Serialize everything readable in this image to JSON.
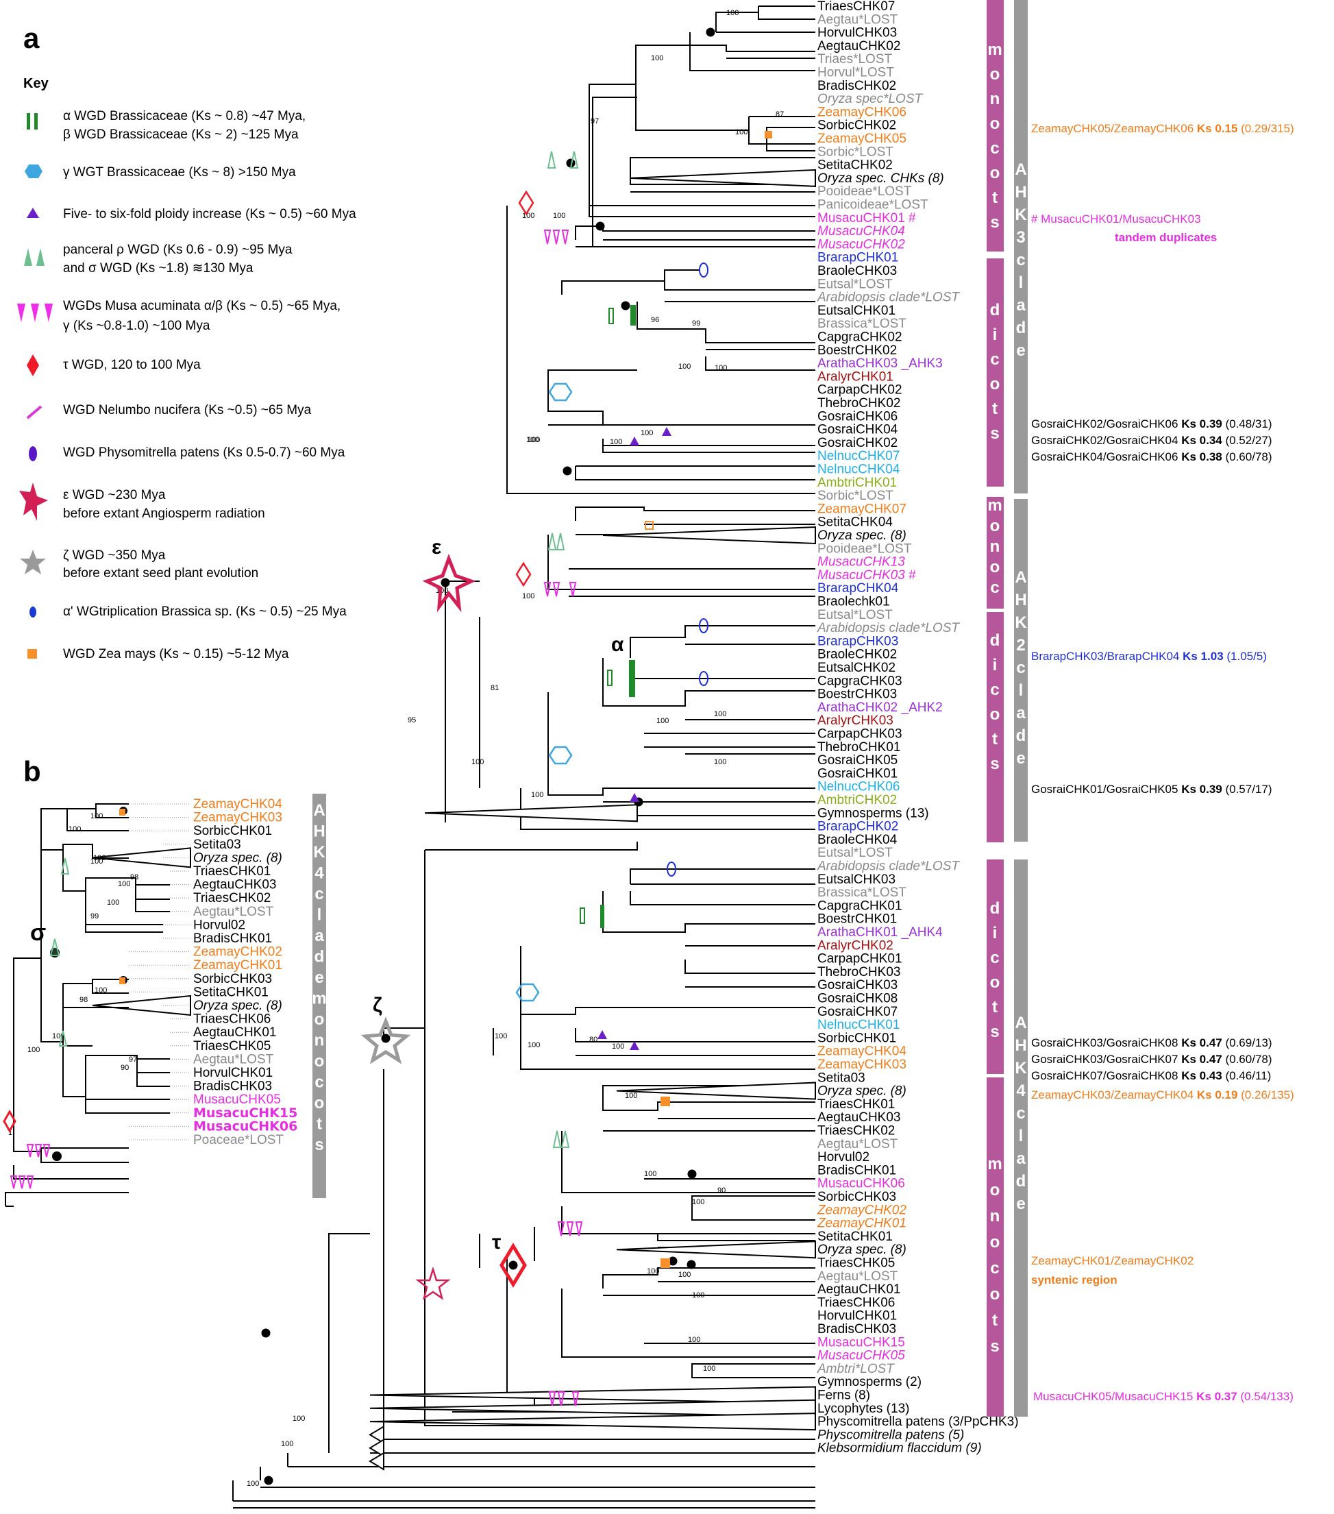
{
  "panel_a": {
    "letter": "a",
    "key_title": "Key",
    "items": [
      {
        "icon": "double-bar-icon",
        "color": "#1f8a2a",
        "line1": "α WGD Brassicaceae (Ks ~ 0.8) ~47 Mya,",
        "line2": "β WGD Brassicaceae (Ks ~ 2) ~125 Mya"
      },
      {
        "icon": "hexagon-icon",
        "color": "#3fa6e0",
        "line1": "γ WGT Brassicaceae (Ks ~ 8) >150 Mya",
        "line2": ""
      },
      {
        "icon": "triangle-icon",
        "color": "#6a1fc8",
        "line1": "Five- to six-fold ploidy increase (Ks ~ 0.5) ~60 Mya",
        "line2": ""
      },
      {
        "icon": "twin-triangle-icon",
        "color": "#6dbf8f",
        "line1": "panceral ρ WGD (Ks 0.6 - 0.9) ~95 Mya",
        "line2": "and σ WGD (Ks ~1.8)  ≋130 Mya"
      },
      {
        "icon": "triple-down-triangle-icon",
        "color": "#ee2ee8",
        "line1": "WGDs Musa acuminata α/β (Ks ~ 0.5) ~65 Mya,",
        "line2": "γ (Ks ~0.8-1.0) ~100 Mya"
      },
      {
        "icon": "diamond-icon",
        "color": "#ee1c2a",
        "line1": "τ WGD, 120 to 100 Mya",
        "line2": ""
      },
      {
        "icon": "slash-icon",
        "color": "#d83ad8",
        "line1": "WGD Nelumbo nucifera (Ks ~0.5) ~65 Mya",
        "line2": ""
      },
      {
        "icon": "ellipse-icon",
        "color": "#5a18c8",
        "line1": "WGD Physomitrella patens (Ks 0.5-0.7) ~60 Mya",
        "line2": ""
      },
      {
        "icon": "red-star-icon",
        "color": "#d21f55",
        "line1": "ε WGD ~230 Mya",
        "line2": "before extant Angiosperm radiation"
      },
      {
        "icon": "gray-star-icon",
        "color": "#9a9a9a",
        "line1": "ζ WGD ~350 Mya",
        "line2": "before extant seed plant evolution"
      },
      {
        "icon": "small-ellipse-icon",
        "color": "#1a3ad8",
        "line1": "α' WGtriplication Brassica sp. (Ks ~ 0.5) ~25 Mya",
        "line2": ""
      },
      {
        "icon": "square-icon",
        "color": "#f7902a",
        "line1": "WGD Zea mays (Ks ~ 0.15) ~5-12 Mya",
        "line2": ""
      }
    ]
  },
  "panel_b": {
    "letter": "b",
    "sigma": "σ",
    "labels": [
      {
        "t": "ZeamayCHK04",
        "c": "#f07d1a"
      },
      {
        "t": "ZeamayCHK03",
        "c": "#f07d1a"
      },
      {
        "t": "SorbicCHK01",
        "c": "#000000"
      },
      {
        "t": "Setita03",
        "c": "#000000"
      },
      {
        "t": "Oryza spec. (8)",
        "c": "#000000"
      },
      {
        "t": "TriaesCHK01",
        "c": "#000000"
      },
      {
        "t": "AegtauCHK03",
        "c": "#000000"
      },
      {
        "t": "TriaesCHK02",
        "c": "#000000"
      },
      {
        "t": "Aegtau*LOST",
        "c": "#8a8a8a"
      },
      {
        "t": "Horvul02",
        "c": "#000000"
      },
      {
        "t": "BradisCHK01",
        "c": "#000000"
      },
      {
        "t": "ZeamayCHK02",
        "c": "#f07d1a"
      },
      {
        "t": "ZeamayCHK01",
        "c": "#f07d1a"
      },
      {
        "t": "SorbicCHK03",
        "c": "#000000"
      },
      {
        "t": "SetitaCHK01",
        "c": "#000000"
      },
      {
        "t": "Oryza spec. (8)",
        "c": "#000000"
      },
      {
        "t": "TriaesCHK06",
        "c": "#000000"
      },
      {
        "t": "AegtauCHK01",
        "c": "#000000"
      },
      {
        "t": "TriaesCHK05",
        "c": "#000000"
      },
      {
        "t": "Aegtau*LOST",
        "c": "#8a8a8a"
      },
      {
        "t": "HorvulCHK01",
        "c": "#000000"
      },
      {
        "t": "BradisCHK03",
        "c": "#000000"
      },
      {
        "t": "MusacuCHK05",
        "c": "#e52ee0"
      },
      {
        "t": "MusacuCHK15",
        "c": "#e52ee0"
      },
      {
        "t": "MusacuCHK06",
        "c": "#e52ee0"
      },
      {
        "t": "Poaceae*LOST",
        "c": "#8a8a8a"
      }
    ],
    "bootstraps": [
      "100",
      "100",
      "100",
      "100",
      "98",
      "100",
      "100",
      "99",
      "100",
      "98",
      "97",
      "90",
      "100",
      "100",
      "1"
    ],
    "bar_text": "AHK4 clade monocots"
  },
  "main": {
    "labels": [
      {
        "t": "TriaesCHK07",
        "c": "#000000"
      },
      {
        "t": "Aegtau*LOST",
        "c": "#8a8a8a"
      },
      {
        "t": "HorvulCHK03",
        "c": "#000000"
      },
      {
        "t": "AegtauCHK02",
        "c": "#000000"
      },
      {
        "t": "Triaes*LOST",
        "c": "#8a8a8a"
      },
      {
        "t": "Horvul*LOST",
        "c": "#8a8a8a"
      },
      {
        "t": "BradisCHK02",
        "c": "#000000"
      },
      {
        "t": "Oryza spec*LOST",
        "c": "#8a8a8a"
      },
      {
        "t": "ZeamayCHK06",
        "c": "#f07d1a"
      },
      {
        "t": "SorbicCHK02",
        "c": "#000000"
      },
      {
        "t": "ZeamayCHK05",
        "c": "#f07d1a"
      },
      {
        "t": "Sorbic*LOST",
        "c": "#8a8a8a"
      },
      {
        "t": "SetitaCHK02",
        "c": "#000000"
      },
      {
        "t": "Oryza spec. CHKs (8)",
        "c": "#000000"
      },
      {
        "t": "Pooideae*LOST",
        "c": "#8a8a8a"
      },
      {
        "t": "Panicoideae*LOST",
        "c": "#8a8a8a"
      },
      {
        "t": "MusacuCHK01  #",
        "c": "#e52ee0"
      },
      {
        "t": "MusacuCHK04",
        "c": "#e52ee0"
      },
      {
        "t": "MusacuCHK02",
        "c": "#e52ee0"
      },
      {
        "t": "BrarapCHK01",
        "c": "#1f2fd6"
      },
      {
        "t": "BraoleCHK03",
        "c": "#000000"
      },
      {
        "t": "Eutsal*LOST",
        "c": "#8a8a8a"
      },
      {
        "t": "Arabidopsis clade*LOST",
        "c": "#8a8a8a"
      },
      {
        "t": "EutsalCHK01",
        "c": "#000000"
      },
      {
        "t": "Brassica*LOST",
        "c": "#8a8a8a"
      },
      {
        "t": "CapgraCHK02",
        "c": "#000000"
      },
      {
        "t": "BoestrCHK02",
        "c": "#000000"
      },
      {
        "t": "ArathaCHK03 _AHK3",
        "c": "#9b2fd8"
      },
      {
        "t": "AralyrCHK01",
        "c": "#a31212"
      },
      {
        "t": "CarpapCHK02",
        "c": "#000000"
      },
      {
        "t": "ThebroCHK02",
        "c": "#000000"
      },
      {
        "t": "GosraiCHK06",
        "c": "#000000"
      },
      {
        "t": "GosraiCHK04",
        "c": "#000000"
      },
      {
        "t": "GosraiCHK02",
        "c": "#000000"
      },
      {
        "t": "NelnucCHK07",
        "c": "#1fb0e8"
      },
      {
        "t": "NelnucCHK04",
        "c": "#1fb0e8"
      },
      {
        "t": "AmbtriCHK01",
        "c": "#8aae1a"
      },
      {
        "t": "Sorbic*LOST",
        "c": "#8a8a8a"
      },
      {
        "t": "ZeamayCHK07",
        "c": "#f07d1a"
      },
      {
        "t": "SetitaCHK04",
        "c": "#000000"
      },
      {
        "t": "Oryza spec. (8)",
        "c": "#000000"
      },
      {
        "t": "Pooideae*LOST",
        "c": "#8a8a8a"
      },
      {
        "t": "MusacuCHK13",
        "c": "#e52ee0"
      },
      {
        "t": "MusacuCHK03  #",
        "c": "#e52ee0"
      },
      {
        "t": "BrarapCHK04",
        "c": "#1f2fd6"
      },
      {
        "t": "Braolechk01",
        "c": "#000000"
      },
      {
        "t": "Eutsal*LOST",
        "c": "#8a8a8a"
      },
      {
        "t": "Arabidopsis clade*LOST",
        "c": "#8a8a8a"
      },
      {
        "t": "BrarapCHK03",
        "c": "#1f2fd6"
      },
      {
        "t": "BraoleCHK02",
        "c": "#000000"
      },
      {
        "t": "EutsalCHK02",
        "c": "#000000"
      },
      {
        "t": "CapgraCHK03",
        "c": "#000000"
      },
      {
        "t": "BoestrCHK03",
        "c": "#000000"
      },
      {
        "t": "ArathaCHK02 _AHK2",
        "c": "#9b2fd8"
      },
      {
        "t": "AralyrCHK03",
        "c": "#a31212"
      },
      {
        "t": "CarpapCHK03",
        "c": "#000000"
      },
      {
        "t": "ThebroCHK01",
        "c": "#000000"
      },
      {
        "t": "GosraiCHK05",
        "c": "#000000"
      },
      {
        "t": "GosraiCHK01",
        "c": "#000000"
      },
      {
        "t": "NelnucCHK06",
        "c": "#1fb0e8"
      },
      {
        "t": "AmbtriCHK02",
        "c": "#8aae1a"
      },
      {
        "t": "Gymnosperms (13)",
        "c": "#000000"
      },
      {
        "t": "BrarapCHK02",
        "c": "#1f2fd6"
      },
      {
        "t": "BraoleCHK04",
        "c": "#000000"
      },
      {
        "t": "Eutsal*LOST",
        "c": "#8a8a8a"
      },
      {
        "t": "Arabidopsis clade*LOST",
        "c": "#8a8a8a"
      },
      {
        "t": "EutsalCHK03",
        "c": "#000000"
      },
      {
        "t": "Brassica*LOST",
        "c": "#8a8a8a"
      },
      {
        "t": "CapgraCHK01",
        "c": "#000000"
      },
      {
        "t": "BoestrCHK01",
        "c": "#000000"
      },
      {
        "t": "ArathaCHK01 _AHK4",
        "c": "#9b2fd8"
      },
      {
        "t": "AralyrCHK02",
        "c": "#a31212"
      },
      {
        "t": "CarpapCHK01",
        "c": "#000000"
      },
      {
        "t": "ThebroCHK03",
        "c": "#000000"
      },
      {
        "t": "GosraiCHK03",
        "c": "#000000"
      },
      {
        "t": "GosraiCHK08",
        "c": "#000000"
      },
      {
        "t": "GosraiCHK07",
        "c": "#000000"
      },
      {
        "t": "NelnucCHK01",
        "c": "#1fb0e8"
      },
      {
        "t": "SorbicCHK01",
        "c": "#000000"
      },
      {
        "t": "ZeamayCHK04",
        "c": "#f07d1a"
      },
      {
        "t": "ZeamayCHK03",
        "c": "#f07d1a"
      },
      {
        "t": "Setita03",
        "c": "#000000"
      },
      {
        "t": "Oryza spec. (8)",
        "c": "#000000"
      },
      {
        "t": "TriaesCHK01",
        "c": "#000000"
      },
      {
        "t": "AegtauCHK03",
        "c": "#000000"
      },
      {
        "t": "TriaesCHK02",
        "c": "#000000"
      },
      {
        "t": "Aegtau*LOST",
        "c": "#8a8a8a"
      },
      {
        "t": "Horvul02",
        "c": "#000000"
      },
      {
        "t": "BradisCHK01",
        "c": "#000000"
      },
      {
        "t": "MusacuCHK06",
        "c": "#e52ee0"
      },
      {
        "t": "SorbicCHK03",
        "c": "#000000"
      },
      {
        "t": "ZeamayCHK02",
        "c": "#f07d1a"
      },
      {
        "t": "ZeamayCHK01",
        "c": "#f07d1a"
      },
      {
        "t": "SetitaCHK01",
        "c": "#000000"
      },
      {
        "t": "Oryza spec. (8)",
        "c": "#000000"
      },
      {
        "t": "TriaesCHK05",
        "c": "#000000"
      },
      {
        "t": "Aegtau*LOST",
        "c": "#8a8a8a"
      },
      {
        "t": "AegtauCHK01",
        "c": "#000000"
      },
      {
        "t": "TriaesCHK06",
        "c": "#000000"
      },
      {
        "t": "HorvulCHK01",
        "c": "#000000"
      },
      {
        "t": "BradisCHK03",
        "c": "#000000"
      },
      {
        "t": "MusacuCHK15",
        "c": "#e52ee0"
      },
      {
        "t": "MusacuCHK05",
        "c": "#e52ee0"
      },
      {
        "t": "Ambtri*LOST",
        "c": "#8a8a8a"
      },
      {
        "t": "Gymnosperms (2)",
        "c": "#000000"
      },
      {
        "t": "Ferns (8)",
        "c": "#000000"
      },
      {
        "t": "Lycophytes (13)",
        "c": "#000000"
      },
      {
        "t": "Physcomitrella patens (3/PpCHK3)",
        "c": "#000000"
      },
      {
        "t": "Physcomitrella patens (5)",
        "c": "#000000"
      },
      {
        "t": "Klebsormidium flaccidum (9)",
        "c": "#000000"
      }
    ],
    "bootstraps": [
      "100",
      "100",
      "97",
      "87",
      "100",
      "100",
      "100",
      "100",
      "96",
      "99",
      "100",
      "100",
      "100",
      "100",
      "100",
      "100",
      "81",
      "100",
      "100",
      "100",
      "100",
      "95",
      "100",
      "100",
      "100",
      "100",
      "80",
      "100",
      "100",
      "100",
      "90",
      "100",
      "100",
      "100",
      "100",
      "100",
      "100",
      "100",
      "100",
      "100"
    ],
    "event_labels": {
      "epsilon": "ε",
      "alpha": "α",
      "zeta": "ζ",
      "tau": "τ"
    }
  },
  "clade_bars": {
    "magenta": [
      "monocots",
      "dicots",
      "monoc",
      "dicots",
      "dicots",
      "monocots"
    ],
    "gray": [
      "AHK3 clade",
      "AHK2 clade",
      "AHK4 clade"
    ]
  },
  "ks_annotations": [
    {
      "pair": "ZeamayCHK05/ZeamayCHK06",
      "ks_label": "Ks",
      "ks": "0.15",
      "extra": "(0.29/315)",
      "c": "#f07d1a"
    },
    {
      "pair": "# MusacuCHK01/MusacuCHK03",
      "ks_label": "",
      "ks": "",
      "extra": "",
      "c": "#e52ee0"
    },
    {
      "pair": "tandem duplicates",
      "ks_label": "",
      "ks": "",
      "extra": "",
      "c": "#e52ee0"
    },
    {
      "pair": "GosraiCHK02/GosraiCHK06",
      "ks_label": "Ks",
      "ks": "0.39",
      "extra": "(0.48/31)",
      "c": "#000000"
    },
    {
      "pair": "GosraiCHK02/GosraiCHK04",
      "ks_label": "Ks",
      "ks": "0.34",
      "extra": "(0.52/27)",
      "c": "#000000"
    },
    {
      "pair": "GosraiCHK04/GosraiCHK06",
      "ks_label": "Ks",
      "ks": "0.38",
      "extra": "(0.60/78)",
      "c": "#000000"
    },
    {
      "pair": "BrarapCHK03/BrarapCHK04",
      "ks_label": "Ks",
      "ks": "1.03",
      "extra": "(1.05/5)",
      "c": "#1f2fd6"
    },
    {
      "pair": "GosraiCHK01/GosraiCHK05",
      "ks_label": "Ks",
      "ks": "0.39",
      "extra": "(0.57/17)",
      "c": "#000000"
    },
    {
      "pair": "GosraiCHK03/GosraiCHK08",
      "ks_label": "Ks",
      "ks": "0.47",
      "extra": "(0.69/13)",
      "c": "#000000"
    },
    {
      "pair": "GosraiCHK03/GosraiCHK07",
      "ks_label": "Ks",
      "ks": "0.47",
      "extra": "(0.60/78)",
      "c": "#000000"
    },
    {
      "pair": "GosraiCHK07/GosraiCHK08",
      "ks_label": "Ks",
      "ks": "0.43",
      "extra": "(0.46/11)",
      "c": "#000000"
    },
    {
      "pair": "ZeamayCHK03/ZeamayCHK04",
      "ks_label": "Ks",
      "ks": "0.19",
      "extra": "(0.26/135)",
      "c": "#f07d1a"
    },
    {
      "pair": "ZeamayCHK01/ZeamayCHK02",
      "ks_label": "",
      "ks": "",
      "extra": "",
      "c": "#f07d1a"
    },
    {
      "pair": "syntenic region",
      "ks_label": "",
      "ks": "",
      "extra": "",
      "c": "#f07d1a"
    },
    {
      "pair": "MusacuCHK05/MusacuCHK15",
      "ks_label": "Ks",
      "ks": "0.37",
      "extra": "(0.54/133)",
      "c": "#e52ee0"
    }
  ]
}
